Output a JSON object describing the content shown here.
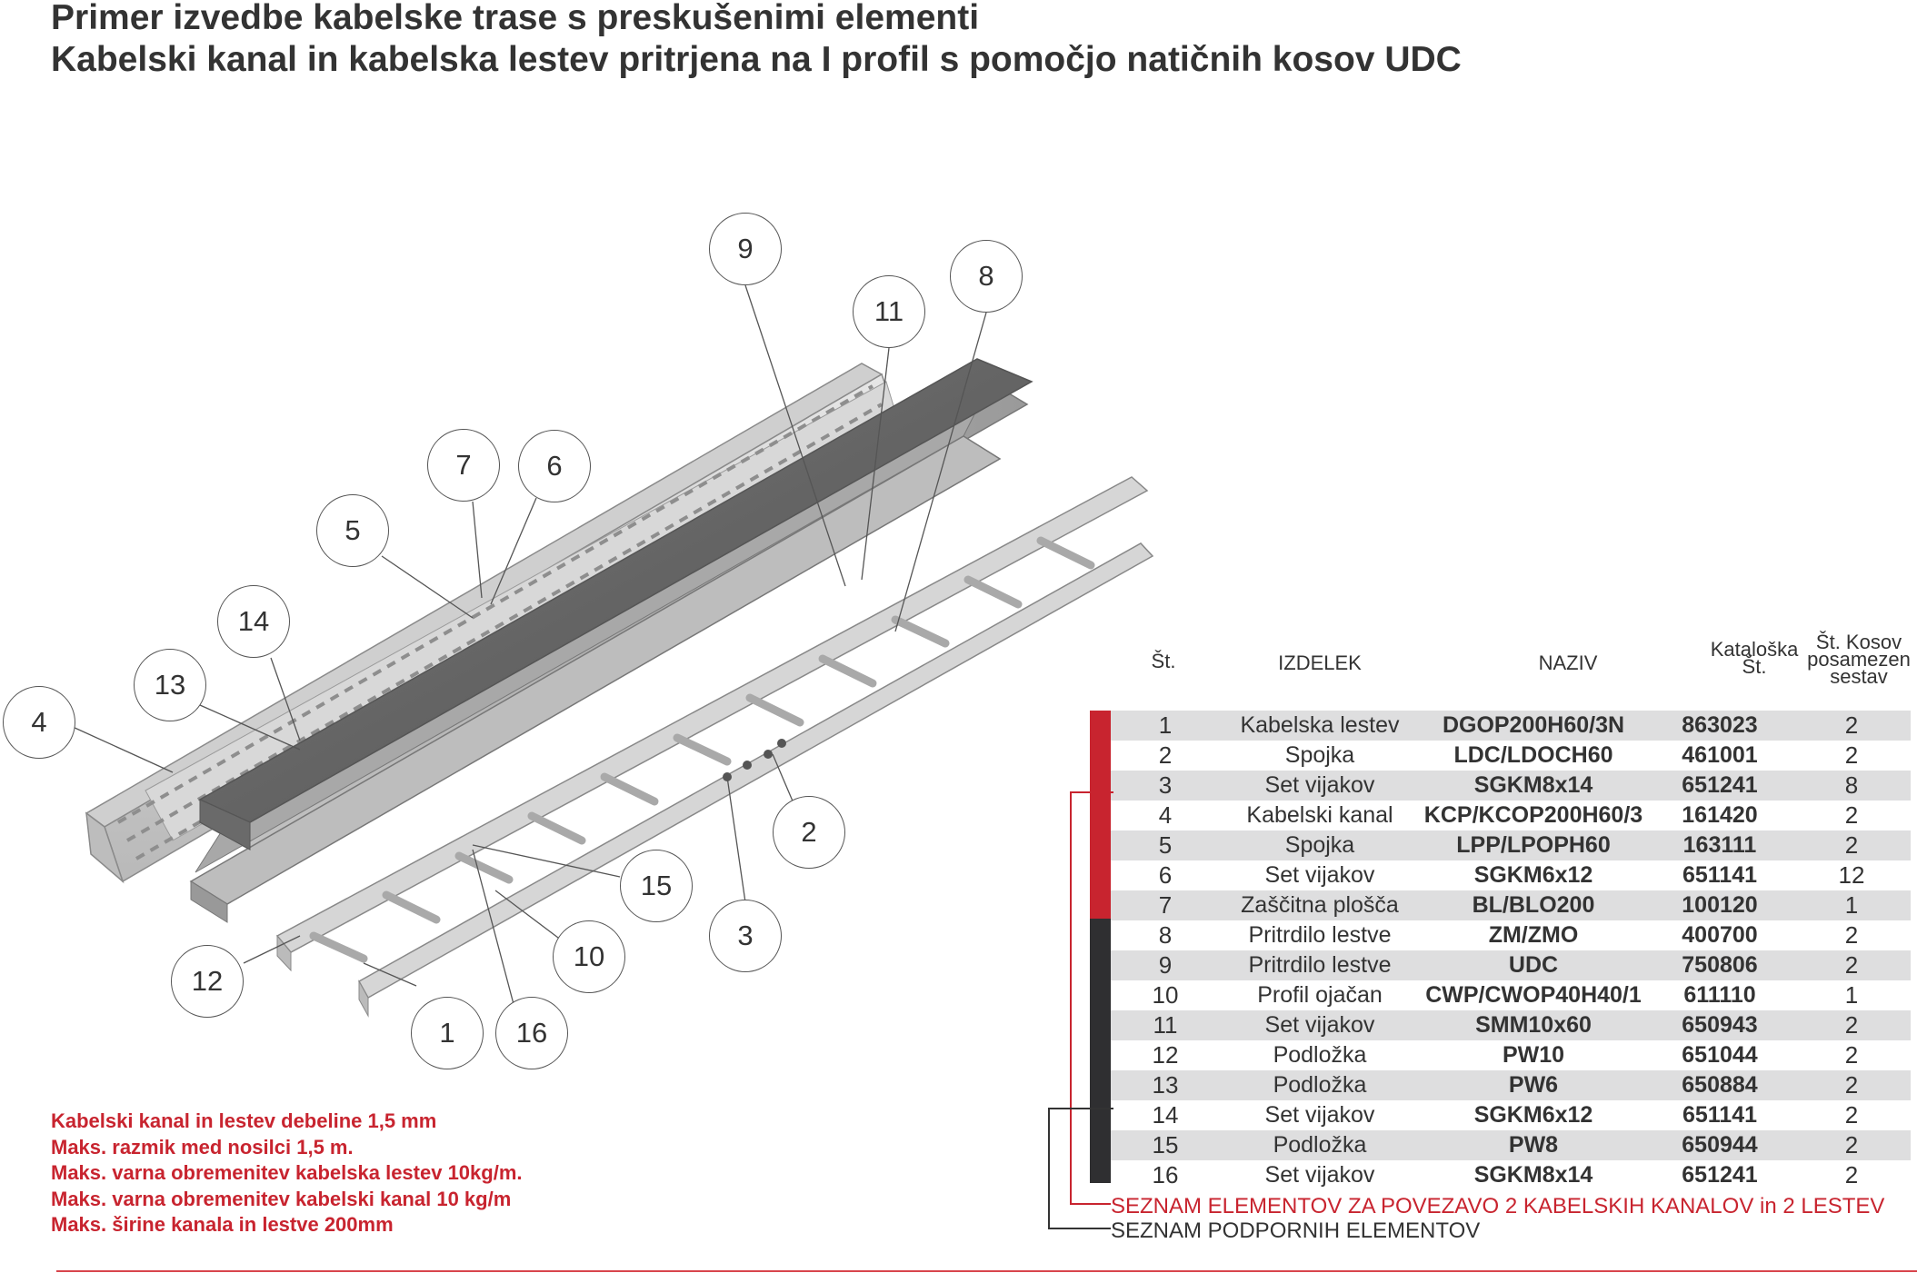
{
  "title": {
    "line1": "Primer izvedbe kabelske trase s preskušenimi elementi",
    "line2": "Kabelski kanal in kabelska lestev pritrjena na I profil s pomočjo natičnih kosov UDC"
  },
  "callouts": [
    "9",
    "11",
    "8",
    "7",
    "6",
    "5",
    "14",
    "13",
    "4",
    "2",
    "15",
    "3",
    "10",
    "12",
    "1",
    "16"
  ],
  "notes": [
    "Kabelski kanal in lestev debeline 1,5 mm",
    "Maks. razmik med nosilci 1,5 m.",
    "Maks. varna obremenitev kabelska lestev 10kg/m.",
    "Maks. varna obremenitev kabelski kanal 10 kg/m",
    "Maks. širine kanala in lestve 200mm"
  ],
  "table": {
    "headers": {
      "num": "Št.",
      "izdelek": "IZDELEK",
      "naziv": "NAZIV",
      "kataloska_1": "Kataloška",
      "kataloska_2": "Št.",
      "kosov_1": "Št. Kosov",
      "kosov_2": "posamezen",
      "kosov_3": "sestav"
    },
    "rows": [
      {
        "num": "1",
        "izdelek": "Kabelska lestev",
        "naziv": "DGOP200H60/3N",
        "kat": "863023",
        "kos": "2"
      },
      {
        "num": "2",
        "izdelek": "Spojka",
        "naziv": "LDC/LDOCH60",
        "kat": "461001",
        "kos": "2"
      },
      {
        "num": "3",
        "izdelek": "Set vijakov",
        "naziv": "SGKM8x14",
        "kat": "651241",
        "kos": "8"
      },
      {
        "num": "4",
        "izdelek": "Kabelski kanal",
        "naziv": "KCP/KCOP200H60/3",
        "kat": "161420",
        "kos": "2"
      },
      {
        "num": "5",
        "izdelek": "Spojka",
        "naziv": "LPP/LPOPH60",
        "kat": "163111",
        "kos": "2"
      },
      {
        "num": "6",
        "izdelek": "Set vijakov",
        "naziv": "SGKM6x12",
        "kat": "651141",
        "kos": "12"
      },
      {
        "num": "7",
        "izdelek": "Zaščitna plošča",
        "naziv": "BL/BLO200",
        "kat": "100120",
        "kos": "1"
      },
      {
        "num": "8",
        "izdelek": "Pritrdilo lestve",
        "naziv": "ZM/ZMO",
        "kat": "400700",
        "kos": "2"
      },
      {
        "num": "9",
        "izdelek": "Pritrdilo lestve",
        "naziv": "UDC",
        "kat": "750806",
        "kos": "2"
      },
      {
        "num": "10",
        "izdelek": "Profil ojačan",
        "naziv": "CWP/CWOP40H40/1",
        "kat": "611110",
        "kos": "1"
      },
      {
        "num": "11",
        "izdelek": "Set vijakov",
        "naziv": "SMM10x60",
        "kat": "650943",
        "kos": "2"
      },
      {
        "num": "12",
        "izdelek": "Podložka",
        "naziv": "PW10",
        "kat": "651044",
        "kos": "2"
      },
      {
        "num": "13",
        "izdelek": "Podložka",
        "naziv": "PW6",
        "kat": "650884",
        "kos": "2"
      },
      {
        "num": "14",
        "izdelek": "Set vijakov",
        "naziv": "SGKM6x12",
        "kat": "651141",
        "kos": "2"
      },
      {
        "num": "15",
        "izdelek": "Podložka",
        "naziv": "PW8",
        "kat": "650944",
        "kos": "2"
      },
      {
        "num": "16",
        "izdelek": "Set vijakov",
        "naziv": "SGKM8x14",
        "kat": "651241",
        "kos": "2"
      }
    ]
  },
  "footer": {
    "red": "SEZNAM ELEMENTOV ZA POVEZAVO 2 KABELSKIH KANALOV in 2 LESTEV",
    "dark": "SEZNAM PODPORNIH ELEMENTOV"
  },
  "colors": {
    "accent_red": "#c8242f",
    "dark_bar": "#2f2f31",
    "row_shade": "#dededf"
  }
}
